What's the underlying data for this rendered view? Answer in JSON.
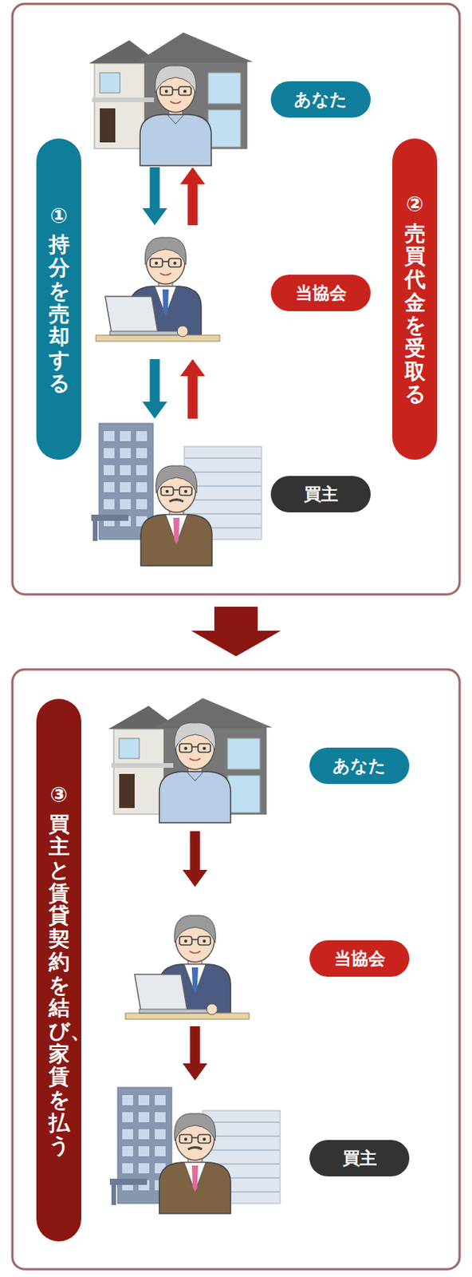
{
  "diagram": {
    "nodes": [
      {
        "text": [
          "①",
          "持分を売却する"
        ]
      },
      {
        "text": [
          "②",
          "売買代金を受取る"
        ]
      },
      {
        "text": [
          "あなた"
        ]
      },
      {
        "text": [
          "当協会"
        ]
      },
      {
        "text": [
          "買主"
        ]
      },
      {
        "text": [
          "③",
          "買主と賃貸契約を結び、家賃を払う"
        ]
      },
      {
        "text": [
          "あなた"
        ]
      },
      {
        "text": [
          "当協会"
        ]
      },
      {
        "text": [
          "買主"
        ]
      }
    ],
    "edges": [
      {
        "from": 2,
        "to": 3,
        "arrow": "to"
      },
      {
        "from": 3,
        "to": 2,
        "arrow": "to"
      },
      {
        "from": 3,
        "to": 4,
        "arrow": "to"
      },
      {
        "from": 4,
        "to": 3,
        "arrow": "to"
      },
      {
        "from": 6,
        "to": 7,
        "arrow": "to"
      },
      {
        "from": 7,
        "to": 8,
        "arrow": "to"
      }
    ]
  }
}
